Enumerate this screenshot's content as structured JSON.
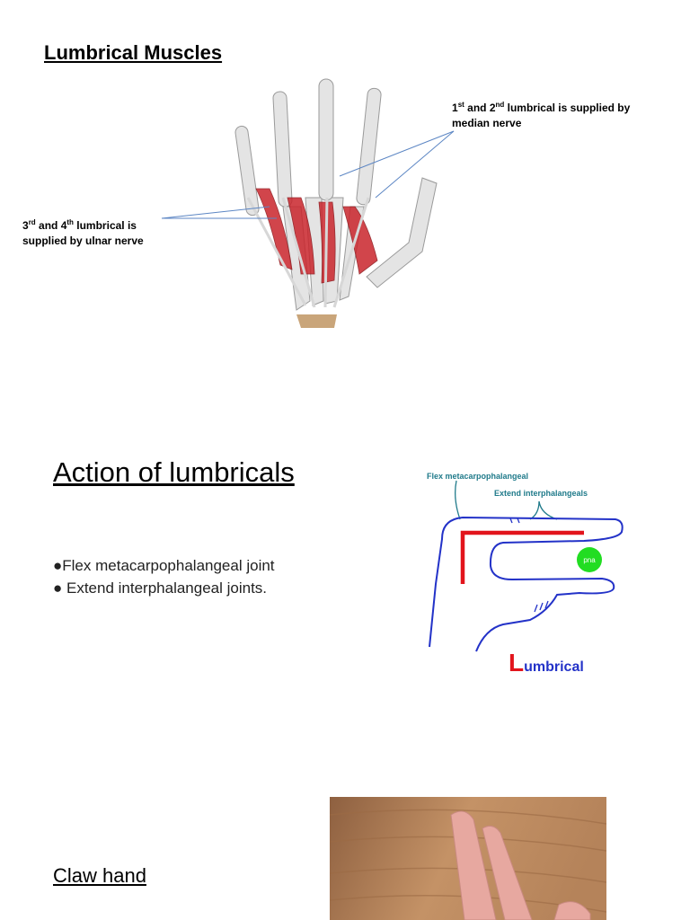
{
  "section1": {
    "title": "Lumbrical Muscles",
    "label_right": {
      "part1": "1",
      "sup1": "st",
      "part2": " and 2",
      "sup2": "nd",
      "part3": " lumbrical is supplied by",
      "line2": "median nerve"
    },
    "label_left": {
      "part1": "3",
      "sup1": "rd",
      "part2": " and 4",
      "sup2": "th",
      "part3": " lumbrical is",
      "line2": "supplied by ulnar nerve"
    }
  },
  "section2": {
    "title": "Action of lumbricals",
    "bullets": [
      "●Flex metacarpophalangeal joint",
      "● Extend interphalangeal joints."
    ],
    "diagram": {
      "label_flex": "Flex metacarpophalangeal",
      "label_extend": "Extend interphalangeals",
      "pna": "pna",
      "caption_L": "L",
      "caption_rest": "umbrical"
    }
  },
  "section3": {
    "title": "Claw hand"
  },
  "colors": {
    "red": "#e2141c",
    "blue": "#2332c8",
    "teal": "#1f7a8a",
    "green": "#22dd22"
  }
}
